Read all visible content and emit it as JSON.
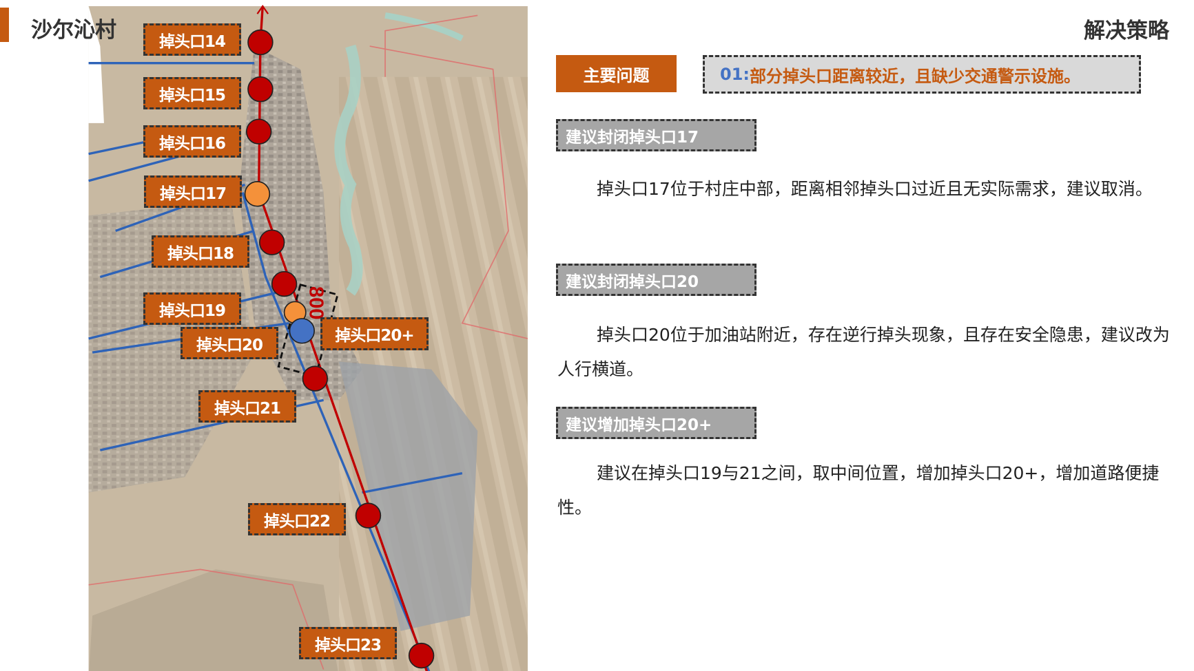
{
  "header": {
    "village": "沙尔沁村",
    "section": "解决策略"
  },
  "map": {
    "labels": [
      "掉头口14",
      "掉头口15",
      "掉头口16",
      "掉头口17",
      "掉头口18",
      "掉头口19",
      "掉头口20",
      "掉头口20+",
      "掉头口21",
      "掉头口22",
      "掉头口23"
    ],
    "distance": "800",
    "colors": {
      "keep": "#c00000",
      "close": "#f4913a",
      "add": "#4472c4",
      "label": "#c55a11"
    }
  },
  "issue": {
    "tag": "主要问题",
    "number": "01:",
    "text": "部分掉头口距离较近，且缺少交通警示设施。"
  },
  "strategies": [
    {
      "title": "建议封闭掉头口17",
      "text": "掉头口17位于村庄中部，距离相邻掉头口过近且无实际需求，建议取消。"
    },
    {
      "title": "建议封闭掉头口20",
      "text": "掉头口20位于加油站附近，存在逆行掉头现象，且存在安全隐患，建议改为人行横道。"
    },
    {
      "title": "建议增加掉头口20+",
      "text": "建议在掉头口19与21之间，取中间位置，增加掉头口20+，增加道路便捷性。"
    }
  ]
}
